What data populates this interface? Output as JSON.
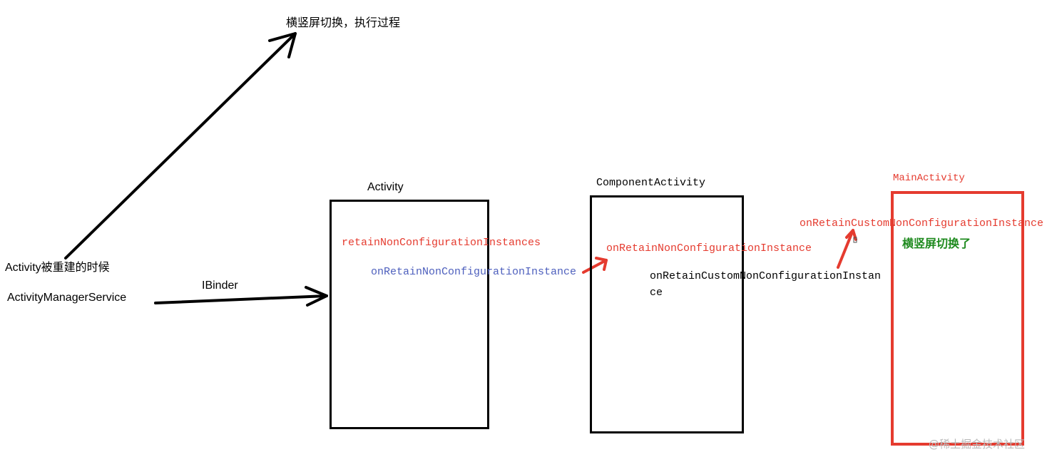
{
  "colors": {
    "black": "#000000",
    "red": "#e53b2f",
    "blue": "#4d5fbd",
    "green": "#1e8a1e",
    "watermark": "#b8b8b8"
  },
  "labels": {
    "rotation_process": "横竖屏切换，执行过程",
    "activity_rebuilt": "Activity被重建的时候",
    "ams": "ActivityManagerService",
    "ibinder": "IBinder",
    "activity_title": "Activity",
    "component_activity_title": "ComponentActivity",
    "main_activity_title": "MainActivity"
  },
  "activity_box": {
    "method_red": "retainNonConfigurationInstances",
    "method_blue": "onRetainNonConfigurationInstance"
  },
  "component_box": {
    "method_red": "onRetainNonConfigurationInstance",
    "method_black_line1": "onRetainCustomNonConfigurationInstan",
    "method_black_line2": "ce"
  },
  "main_box": {
    "method_red": "onRetainCustomNonConfigurationInstance",
    "note_green": "横竖屏切换了"
  },
  "watermark": "@稀土掘金技术社区"
}
